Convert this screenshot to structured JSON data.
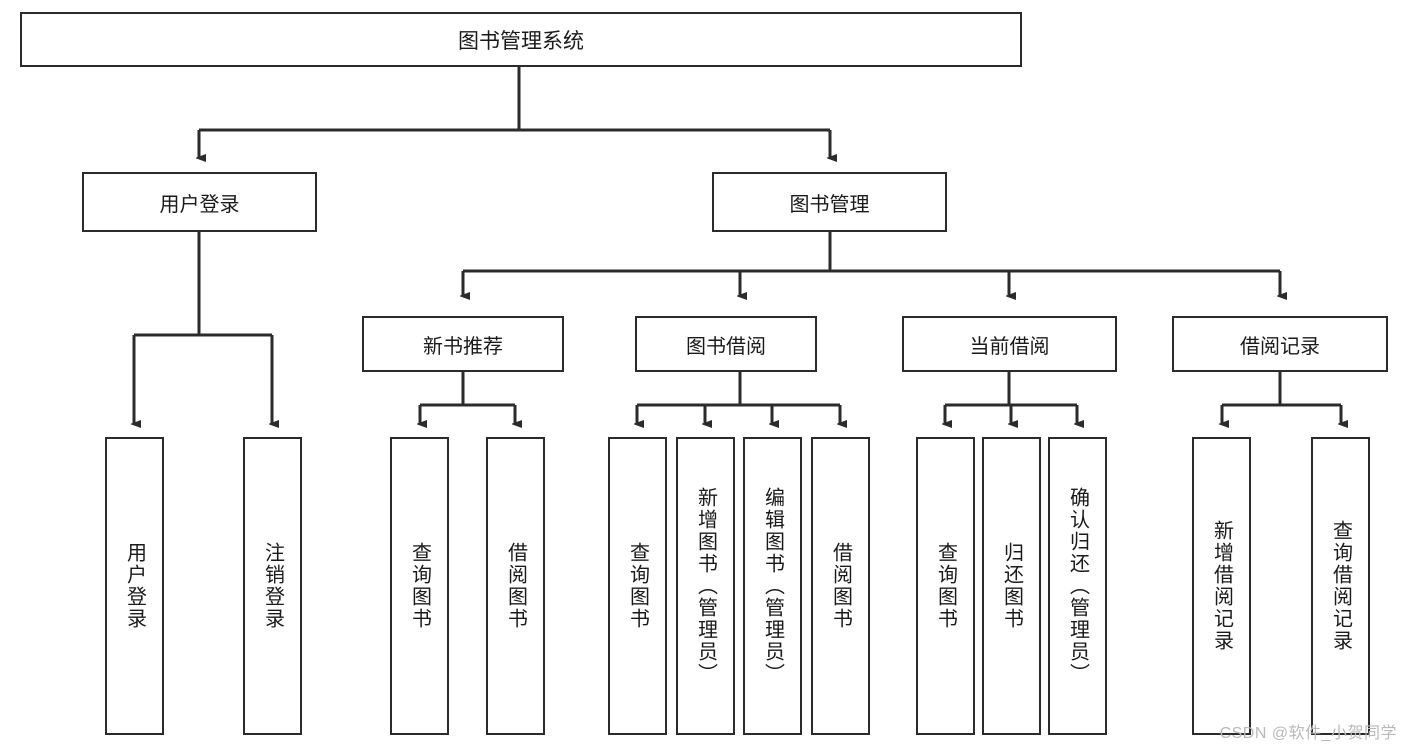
{
  "diagram": {
    "title": "图书管理系统",
    "type": "tree-hierarchy",
    "root": {
      "id": "root",
      "label": "图书管理系统"
    },
    "level1": [
      {
        "id": "user-login",
        "label": "用户登录"
      },
      {
        "id": "book-management",
        "label": "图书管理"
      }
    ],
    "level2": [
      {
        "id": "new-book-recommend",
        "label": "新书推荐",
        "parent": "book-management"
      },
      {
        "id": "book-borrow",
        "label": "图书借阅",
        "parent": "book-management"
      },
      {
        "id": "current-borrow",
        "label": "当前借阅",
        "parent": "book-management"
      },
      {
        "id": "borrow-record",
        "label": "借阅记录",
        "parent": "book-management"
      }
    ],
    "leaves": {
      "user-login": [
        {
          "id": "leaf-user-login",
          "label": "用户登录"
        },
        {
          "id": "leaf-user-logout",
          "label": "注销登录"
        }
      ],
      "new-book-recommend": [
        {
          "id": "leaf-query-book-1",
          "label": "查询图书"
        },
        {
          "id": "leaf-borrow-book-1",
          "label": "借阅图书"
        }
      ],
      "book-borrow": [
        {
          "id": "leaf-query-book-2",
          "label": "查询图书"
        },
        {
          "id": "leaf-add-book",
          "label": "新增图书（管理员）"
        },
        {
          "id": "leaf-edit-book",
          "label": "编辑图书（管理员）"
        },
        {
          "id": "leaf-borrow-book-2",
          "label": "借阅图书"
        }
      ],
      "current-borrow": [
        {
          "id": "leaf-query-book-3",
          "label": "查询图书"
        },
        {
          "id": "leaf-return-book",
          "label": "归还图书"
        },
        {
          "id": "leaf-confirm-return",
          "label": "确认归还（管理员）"
        }
      ],
      "borrow-record": [
        {
          "id": "leaf-add-record",
          "label": "新增借阅记录"
        },
        {
          "id": "leaf-query-record",
          "label": "查询借阅记录"
        }
      ]
    }
  },
  "watermark": {
    "text": "CSDN @软件_小贺同学"
  },
  "colors": {
    "stroke": "#2b2b2b",
    "fill": "#ffffff",
    "text": "#1a1a1a",
    "watermark": "#b9b9b9"
  }
}
